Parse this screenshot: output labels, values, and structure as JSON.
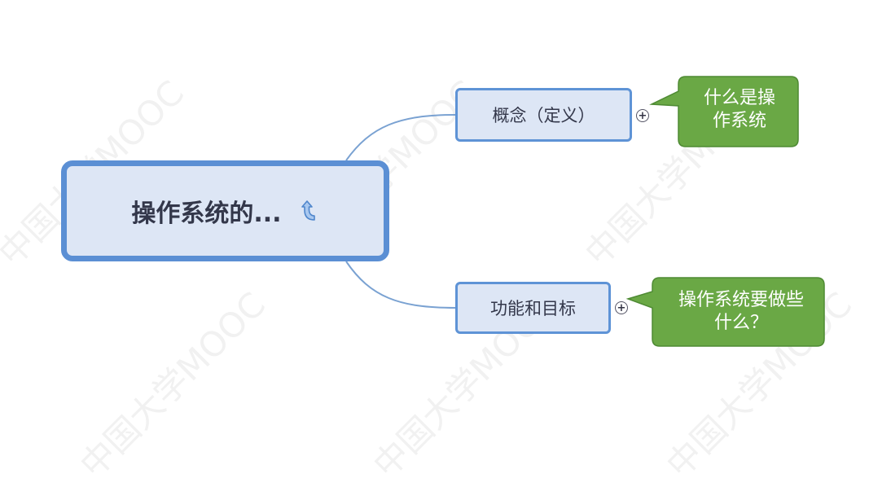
{
  "root": {
    "label": "操作系统的...",
    "icon": "return-arrow-icon"
  },
  "topics": [
    {
      "label": "概念（定义）",
      "expand_symbol": "+",
      "note": "什么是操作系统",
      "note_lines": [
        "什么是操",
        "作系统"
      ]
    },
    {
      "label": "功能和目标",
      "expand_symbol": "+",
      "note": "操作系统要做些什么？",
      "note_lines": [
        "操作系统要做些",
        "什么？"
      ]
    }
  ],
  "watermark": "中国大学MOOC",
  "colors": {
    "node_fill": "#dde6f5",
    "node_border": "#5b8fd4",
    "connector": "#7aa2d2",
    "callout_fill": "#6aa845",
    "callout_border": "#4e8a33",
    "text": "#33374a"
  }
}
